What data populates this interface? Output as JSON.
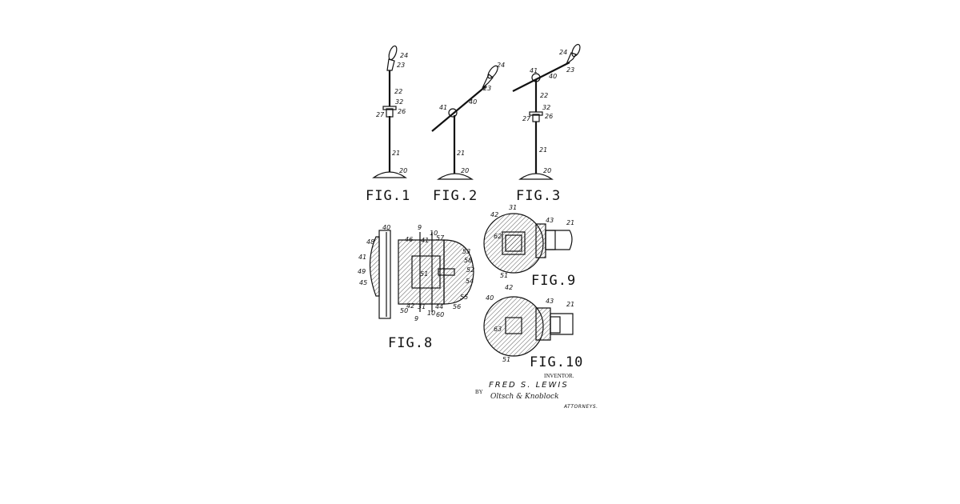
{
  "figures": {
    "fig1": {
      "caption": "FIG.1",
      "labels": [
        "24",
        "23",
        "22",
        "32",
        "26",
        "27",
        "21",
        "20"
      ]
    },
    "fig2": {
      "caption": "FIG.2",
      "labels": [
        "24",
        "23",
        "40",
        "41",
        "21",
        "20"
      ]
    },
    "fig3": {
      "caption": "FIG.3",
      "labels": [
        "24",
        "23",
        "41",
        "40",
        "22",
        "32",
        "26",
        "27",
        "21",
        "20"
      ]
    },
    "fig8": {
      "caption": "FIG.8",
      "labels": [
        "40",
        "48",
        "41",
        "49",
        "45",
        "46",
        "9",
        "41",
        "10",
        "57",
        "53",
        "58",
        "51",
        "52",
        "54",
        "55",
        "56",
        "50",
        "42",
        "31",
        "10",
        "44",
        "60",
        "9"
      ]
    },
    "fig9": {
      "caption": "FIG.9",
      "labels": [
        "42",
        "31",
        "43",
        "21",
        "62",
        "51"
      ]
    },
    "fig10": {
      "caption": "FIG.10",
      "labels": [
        "42",
        "40",
        "43",
        "21",
        "63",
        "51"
      ]
    }
  },
  "signature_block": {
    "inventor_label": "INVENTOR.",
    "inventor_name": "FRED S. LEWIS",
    "by_label": "BY",
    "attorney_signature": "Oltsch & Knoblock",
    "attorneys_label": "ATTORNEYS."
  }
}
